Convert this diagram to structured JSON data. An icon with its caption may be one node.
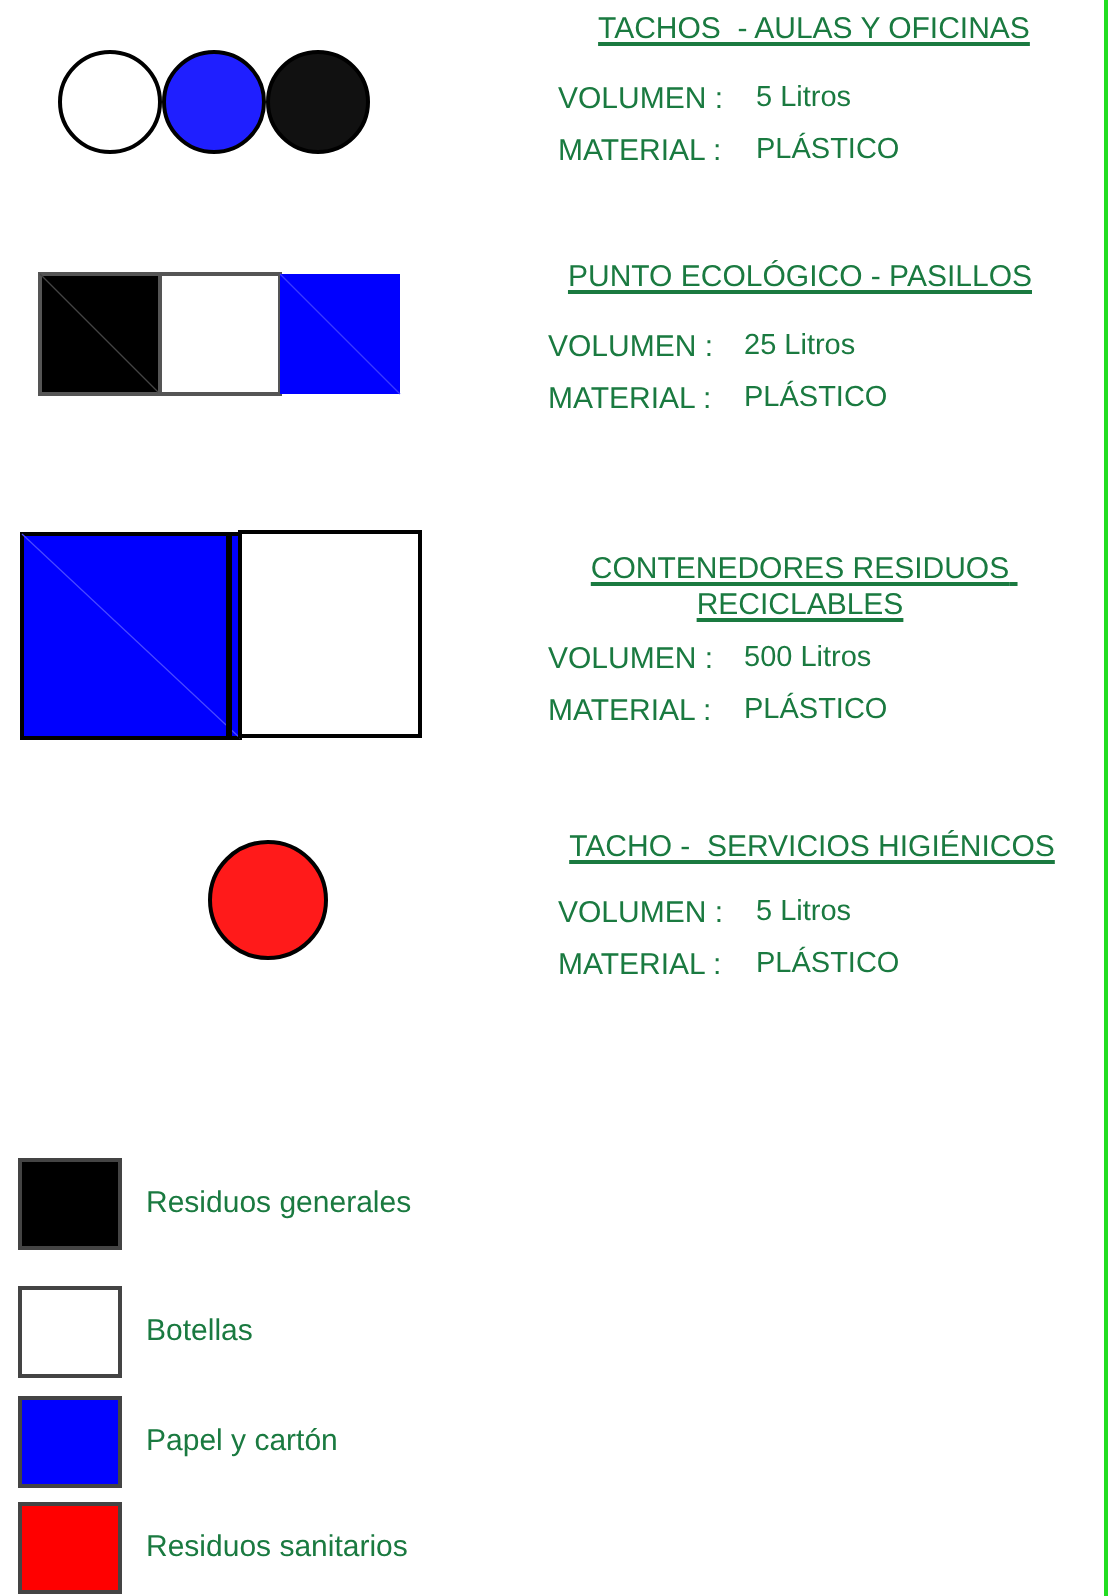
{
  "diagram": {
    "labels": [
      "TACHOS  - AULAS Y OFICINAS",
      "VOLUMEN :",
      "5 Litros",
      "MATERIAL :",
      "PLÁSTICO",
      "PUNTO ECOLÓGICO - PASILLOS",
      "VOLUMEN :",
      "25 Litros",
      "MATERIAL :",
      "PLÁSTICO",
      "CONTENEDORES RESIDUOS RECICLABLES",
      "VOLUMEN :",
      "500 Litros",
      "MATERIAL :",
      "PLÁSTICO",
      "TACHO -  SERVICIOS HIGIÉNICOS",
      "VOLUMEN :",
      "5 Litros",
      "MATERIAL :",
      "PLÁSTICO"
    ],
    "legend": [
      {
        "text": "Residuos generales",
        "color": "#000000"
      },
      {
        "text": "Botellas",
        "color": "#ffffff"
      },
      {
        "text": "Papel y cartón",
        "color": "#0000ff"
      },
      {
        "text": "Residuos sanitarios",
        "color": "#ff0000"
      }
    ]
  }
}
